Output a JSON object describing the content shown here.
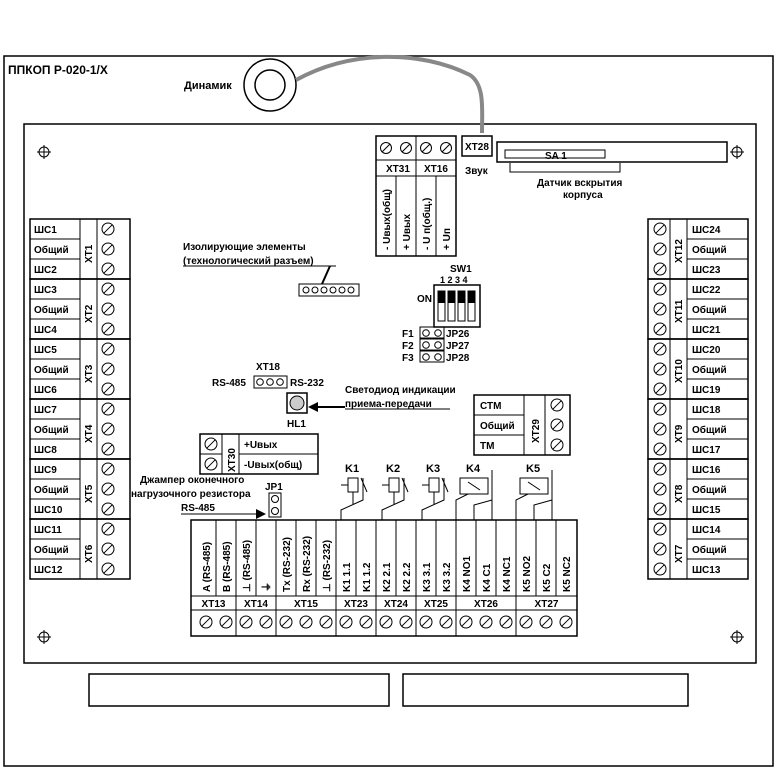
{
  "title": "ППКОП Р-020-1/Х",
  "speaker_label": "Динамик",
  "xt28": {
    "label": "ХТ28",
    "caption": "Звук"
  },
  "sa1": {
    "label": "SA 1",
    "caption_line1": "Датчик вскрытия",
    "caption_line2": "корпуса"
  },
  "top_block": {
    "xt31": "ХТ31",
    "xt16": "ХТ16",
    "pins": [
      "- Uвых(общ)",
      "+ Uвых",
      "- U п(общ.)",
      "+ Uп"
    ]
  },
  "isolating": {
    "line1": "Изолирующие элементы",
    "line2": "(технологический разъем)"
  },
  "sw1": {
    "label": "SW1",
    "numbers": "1 2 3 4",
    "on": "ON"
  },
  "jumpers": [
    {
      "f": "F1",
      "jp": "JP26"
    },
    {
      "f": "F2",
      "jp": "JP27"
    },
    {
      "f": "F3",
      "jp": "JP28"
    }
  ],
  "xt18": {
    "label": "ХТ18",
    "left": "RS-485",
    "right": "RS-232"
  },
  "hl1": {
    "label": "HL1",
    "caption_line1": "Светодиод индикации",
    "caption_line2": "приема-передачи"
  },
  "xt29": {
    "label": "ХТ29",
    "rows": [
      "СТМ",
      "Общий",
      "ТМ"
    ]
  },
  "xt30": {
    "label": "ХТ30",
    "rows": [
      "+Uвых",
      "-Uвых(общ)"
    ]
  },
  "jp1": {
    "label": "JP1",
    "caption_line1": "Джампер оконечного",
    "caption_line2": "нагрузочного резистора",
    "caption_line3": "RS-485"
  },
  "left_groups": [
    {
      "label": "ХТ1",
      "rows": [
        "ШС1",
        "Общий",
        "ШС2"
      ]
    },
    {
      "label": "ХТ2",
      "rows": [
        "ШС3",
        "Общий",
        "ШС4"
      ]
    },
    {
      "label": "ХТ3",
      "rows": [
        "ШС5",
        "Общий",
        "ШС6"
      ]
    },
    {
      "label": "ХТ4",
      "rows": [
        "ШС7",
        "Общий",
        "ШС8"
      ]
    },
    {
      "label": "ХТ5",
      "rows": [
        "ШС9",
        "Общий",
        "ШС10"
      ]
    },
    {
      "label": "ХТ6",
      "rows": [
        "ШС11",
        "Общий",
        "ШС12"
      ]
    }
  ],
  "right_groups": [
    {
      "label": "ХТ12",
      "rows": [
        "ШС24",
        "Общий",
        "ШС23"
      ]
    },
    {
      "label": "ХТ11",
      "rows": [
        "ШС22",
        "Общий",
        "ШС21"
      ]
    },
    {
      "label": "ХТ10",
      "rows": [
        "ШС20",
        "Общий",
        "ШС19"
      ]
    },
    {
      "label": "ХТ9",
      "rows": [
        "ШС18",
        "Общий",
        "ШС17"
      ]
    },
    {
      "label": "ХТ8",
      "rows": [
        "ШС16",
        "Общий",
        "ШС15"
      ]
    },
    {
      "label": "ХТ7",
      "rows": [
        "ШС14",
        "Общий",
        "ШС13"
      ]
    }
  ],
  "relays": [
    "K1",
    "K2",
    "K3",
    "K4",
    "K5"
  ],
  "bottom_pins": [
    "A (RS-485)",
    "B (RS-485)",
    "⊥ (RS-485)",
    "⏚",
    "Tx (RS-232)",
    "Rx (RS-232)",
    "⊥ (RS-232)",
    "K1  1.1",
    "K1  1.2",
    "K2  2.1",
    "K2  2.2",
    "K3  3.1",
    "K3  3.2",
    "K4  NO1",
    "K4  C1",
    "K4  NC1",
    "K5  NO2",
    "K5  C2",
    "K5  NC2"
  ],
  "bottom_groups": [
    "ХТ13",
    "ХТ14",
    "ХТ15",
    "ХТ23",
    "ХТ24",
    "ХТ25",
    "ХТ26",
    "ХТ27"
  ]
}
